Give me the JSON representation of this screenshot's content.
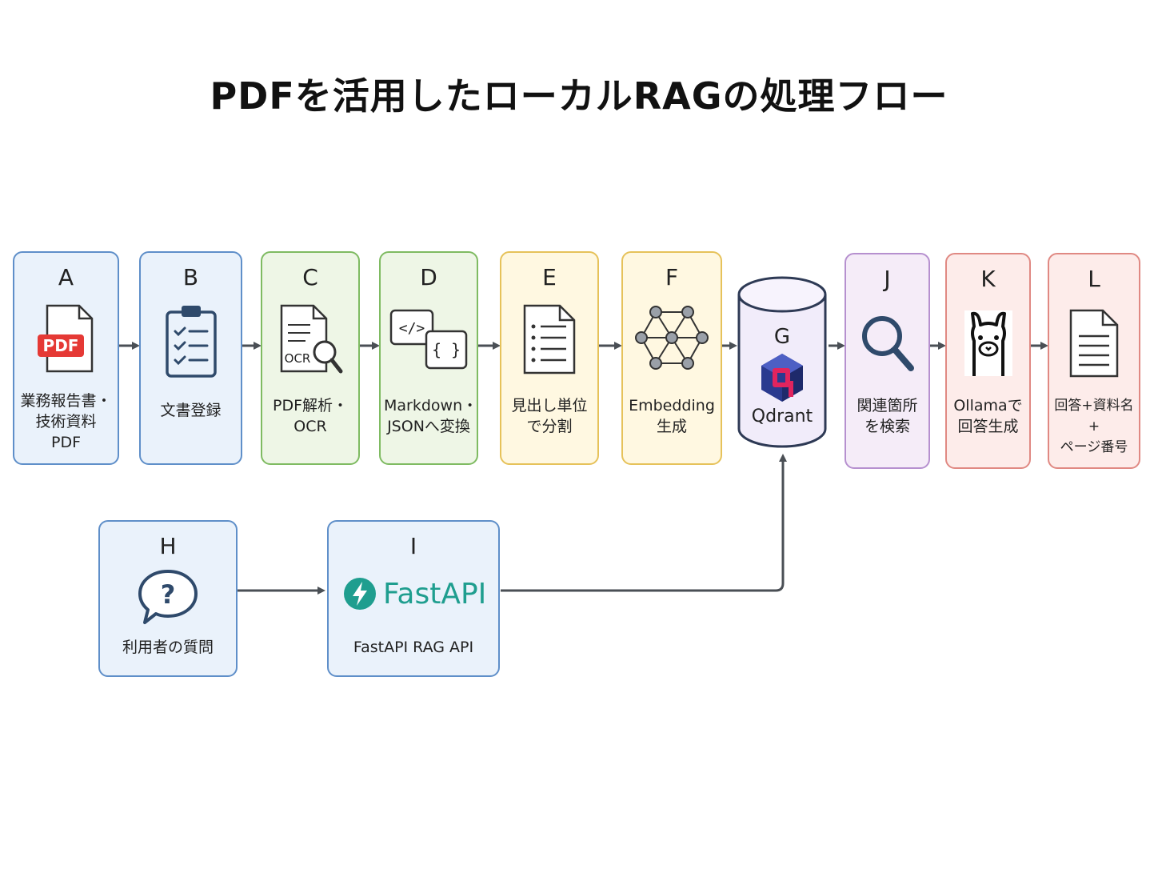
{
  "title": "PDFを活用したローカルRAGの処理フロー",
  "nodes": [
    {
      "id": "A",
      "letter": "A",
      "label": [
        "業務報告書・",
        "技術資料",
        "PDF"
      ],
      "icon": "pdf-file-icon",
      "color": "blue"
    },
    {
      "id": "B",
      "letter": "B",
      "label": [
        "文書登録"
      ],
      "icon": "clipboard-checklist-icon",
      "color": "blue"
    },
    {
      "id": "C",
      "letter": "C",
      "label": [
        "PDF解析・",
        "OCR"
      ],
      "icon": "ocr-magnifier-icon",
      "icon_text": "OCR",
      "color": "green"
    },
    {
      "id": "D",
      "letter": "D",
      "label": [
        "Markdown・",
        "JSONへ変換"
      ],
      "icon": "code-braces-icon",
      "icon_text": [
        "</>",
        "{ }"
      ],
      "color": "green"
    },
    {
      "id": "E",
      "letter": "E",
      "label": [
        "見出し単位",
        "で分割"
      ],
      "icon": "document-list-icon",
      "color": "yellow"
    },
    {
      "id": "F",
      "letter": "F",
      "label": [
        "Embedding",
        "生成"
      ],
      "icon": "network-graph-icon",
      "color": "yellow"
    },
    {
      "id": "G",
      "letter": "G",
      "label": [
        "Qdrant"
      ],
      "icon": "qdrant-logo-icon",
      "color": "purple"
    },
    {
      "id": "J",
      "letter": "J",
      "label": [
        "関連箇所",
        "を検索"
      ],
      "icon": "search-icon",
      "color": "purple"
    },
    {
      "id": "K",
      "letter": "K",
      "label": [
        "Ollamaで",
        "回答生成"
      ],
      "icon": "llama-icon",
      "color": "red"
    },
    {
      "id": "L",
      "letter": "L",
      "label": [
        "回答+資料名+",
        "ページ番号"
      ],
      "icon": "document-icon",
      "color": "red"
    },
    {
      "id": "H",
      "letter": "H",
      "label": [
        "利用者の質問"
      ],
      "icon": "question-bubble-icon",
      "color": "blue"
    },
    {
      "id": "I",
      "letter": "I",
      "label": [
        "FastAPI RAG API"
      ],
      "icon": "fastapi-logo-icon",
      "logo_text": "FastAPI",
      "color": "blue"
    }
  ],
  "edges": [
    [
      "A",
      "B"
    ],
    [
      "B",
      "C"
    ],
    [
      "C",
      "D"
    ],
    [
      "D",
      "E"
    ],
    [
      "E",
      "F"
    ],
    [
      "F",
      "G"
    ],
    [
      "G",
      "J"
    ],
    [
      "J",
      "K"
    ],
    [
      "K",
      "L"
    ],
    [
      "H",
      "I"
    ],
    [
      "I",
      "G"
    ]
  ],
  "colors": {
    "blue_fill": "#eaf2fb",
    "blue_border": "#5f8fc9",
    "green_fill": "#eef6e6",
    "green_border": "#7fbb62",
    "yellow_fill": "#fff8e1",
    "yellow_border": "#e6c25a",
    "purple_fill": "#f5ecf8",
    "purple_border": "#b690cf",
    "red_fill": "#fdecea",
    "red_border": "#e08983",
    "arrow": "#4a4f55",
    "pdf_badge": "#e53935",
    "fastapi_teal": "#1f9e8f"
  }
}
